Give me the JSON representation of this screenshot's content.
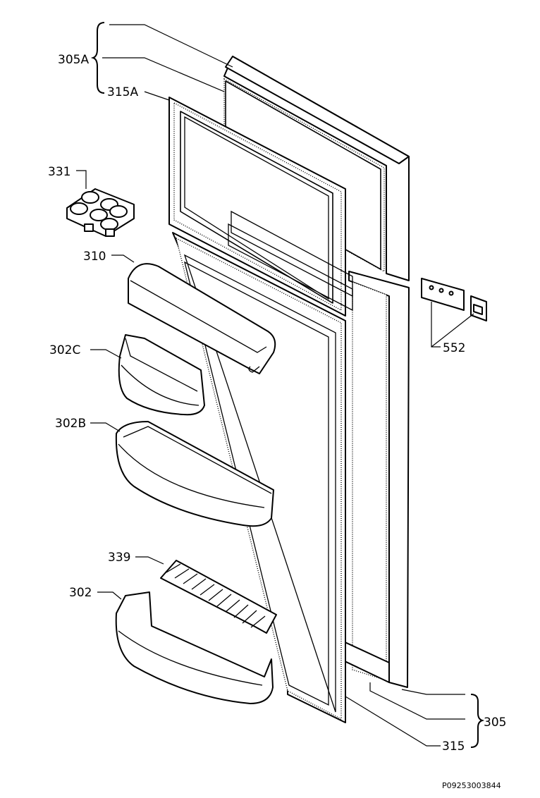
{
  "labels": {
    "l305A": "305A",
    "l315A": "315A",
    "l331": "331",
    "l310": "310",
    "l302C": "302C",
    "l302B": "302B",
    "l339": "339",
    "l302": "302",
    "l552": "552",
    "l305": "305",
    "l315": "315"
  },
  "drawing_code": "P09253003844",
  "colors": {
    "line": "#000000",
    "background": "#ffffff"
  }
}
